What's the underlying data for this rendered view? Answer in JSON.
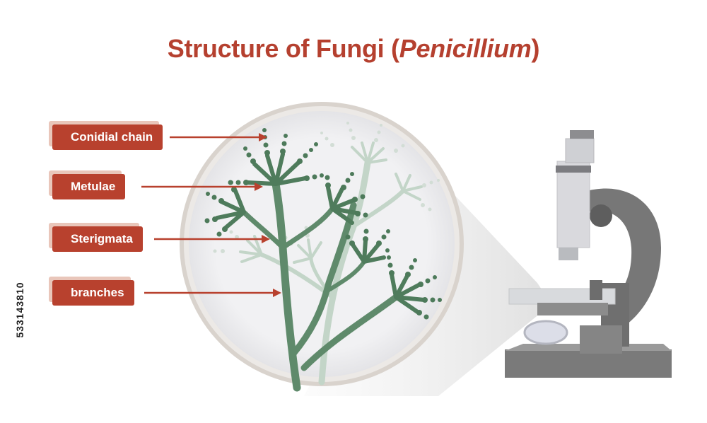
{
  "title": {
    "prefix": "Structure of Fungi (",
    "italic": "Penicillium",
    "suffix": ")"
  },
  "labels": [
    {
      "id": "conidial-chain",
      "text": "Conidial chain"
    },
    {
      "id": "metulae",
      "text": "Metulae"
    },
    {
      "id": "sterigmata",
      "text": "Sterigmata"
    },
    {
      "id": "branches",
      "text": "branches"
    }
  ],
  "side_id": "533143810",
  "colors": {
    "accent": "#b8412e",
    "title": "#b5402f",
    "fungus": "#5e8a6a",
    "fungus_faded": "#b9cec0",
    "microscope": "#7c7c7c"
  }
}
